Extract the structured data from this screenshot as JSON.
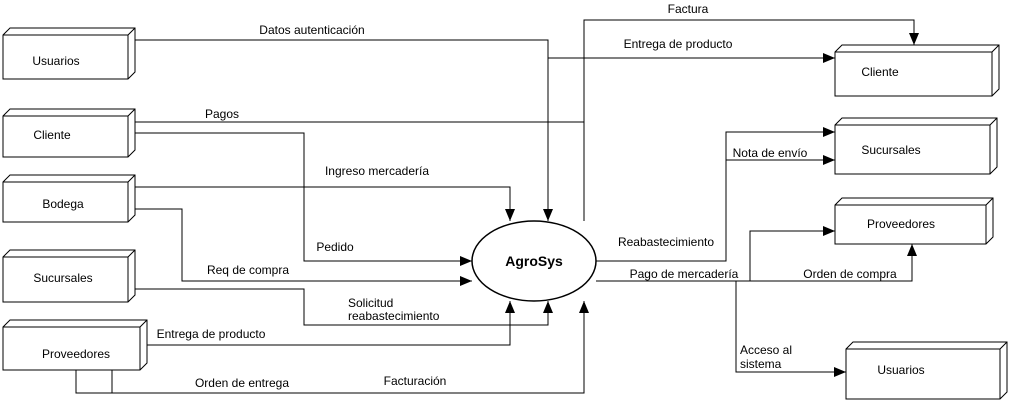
{
  "system": {
    "label": "AgroSys"
  },
  "entities": {
    "usuarios_left": "Usuarios",
    "cliente_left": "Cliente",
    "bodega": "Bodega",
    "sucursales_left": "Sucursales",
    "proveedores_left": "Proveedores",
    "cliente_right": "Cliente",
    "sucursales_right": "Sucursales",
    "proveedores_right": "Proveedores",
    "usuarios_right": "Usuarios"
  },
  "flows": {
    "datos_autenticacion": "Datos autenticación",
    "factura": "Factura",
    "entrega_producto_out": "Entrega de producto",
    "pagos": "Pagos",
    "ingreso_mercaderia": "Ingreso mercadería",
    "nota_envio": "Nota de envío",
    "pedido": "Pedido",
    "reabastecimiento": "Reabastecimiento",
    "req_compra": "Req de compra",
    "pago_mercaderia": "Pago de mercadería",
    "orden_compra": "Orden de compra",
    "solicitud_line1": "Solicitud",
    "solicitud_line2": "reabastecimiento",
    "entrega_producto_in": "Entrega de producto",
    "acceso_line1": "Acceso al",
    "acceso_line2": "sistema",
    "orden_entrega": "Orden de entrega",
    "facturacion": "Facturación"
  },
  "colors": {
    "stroke": "#000000",
    "fill": "#ffffff"
  }
}
